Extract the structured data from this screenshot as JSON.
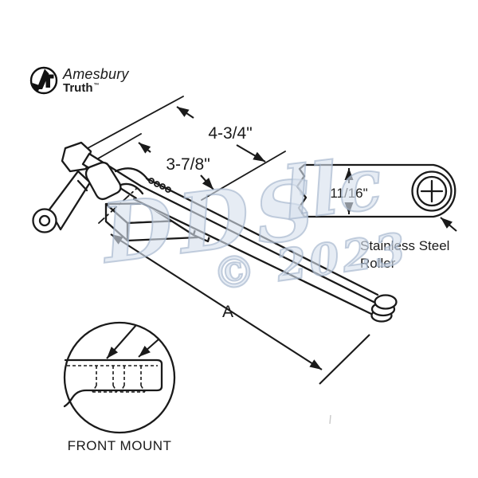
{
  "logo": {
    "brand_top": "Amesbury",
    "brand_bottom": "Truth",
    "trademark": "™"
  },
  "dimensions": {
    "overall_length": "4-3/4\"",
    "mounting_length": "3-7/8\"",
    "roller_width": "11/16\"",
    "arm_length_label": "A"
  },
  "labels": {
    "roller_line1": "Stainless Steel",
    "roller_line2": "Roller",
    "front_mount_caption": "FRONT MOUNT"
  },
  "watermark": {
    "main": "DDS",
    "script": "llc",
    "copyright": "© 2023",
    "color": "#b8c6d8"
  },
  "colors": {
    "line": "#1a1a1a",
    "background": "#ffffff"
  }
}
